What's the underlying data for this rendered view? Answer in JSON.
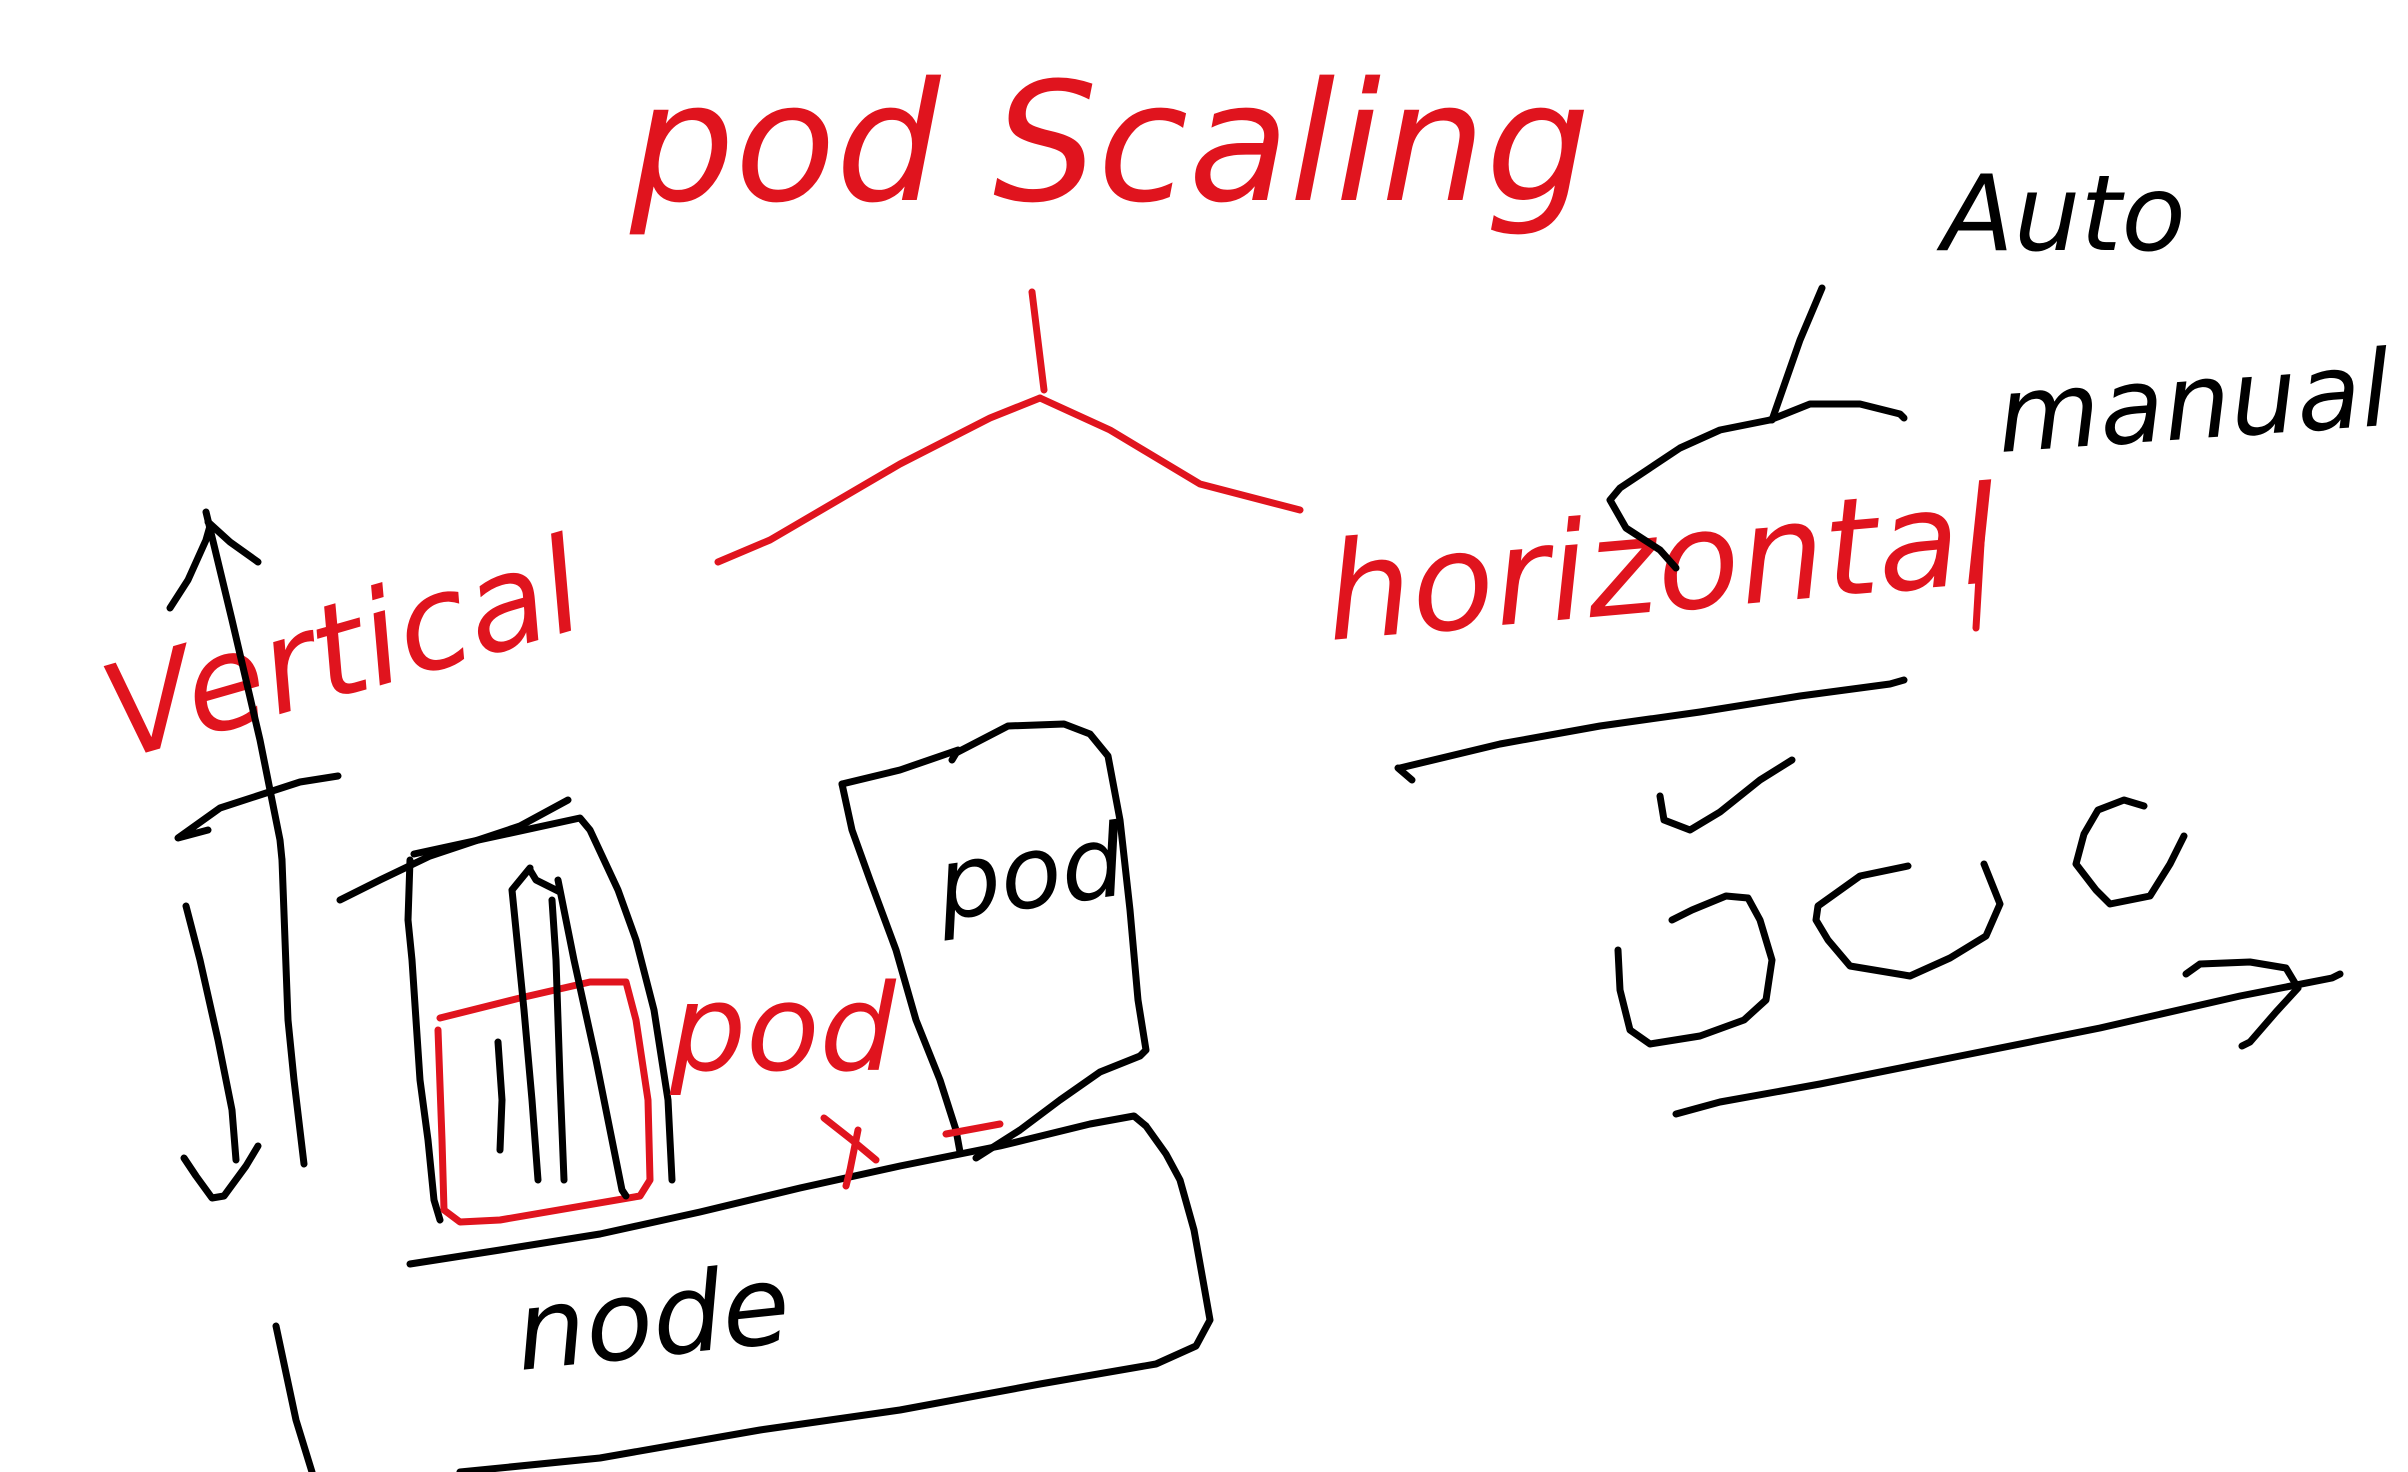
{
  "labels": {
    "title": "pod Scaling",
    "vertical": "Vertical",
    "horizontal": "horizontal",
    "auto": "Auto",
    "manual": "manual",
    "pod_left": "pod",
    "pod_right": "pod",
    "node": "node",
    "cross_mark": "x"
  },
  "colors": {
    "red_ink": "#e0141e",
    "black_ink": "#000000",
    "background": "#ffffff"
  }
}
